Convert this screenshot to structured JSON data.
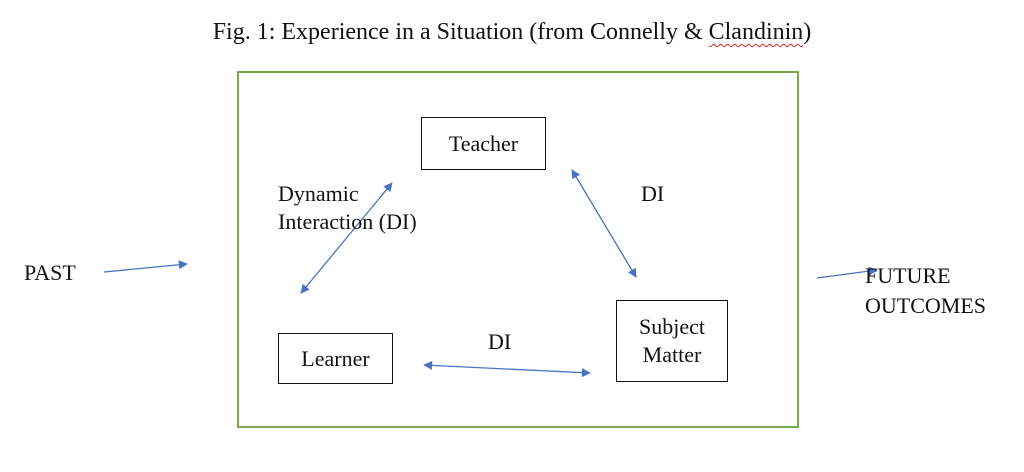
{
  "title": {
    "prefix": "Fig. 1: Experience in a Situation (from Connelly & ",
    "underlined": "Clandinin",
    "suffix": ")"
  },
  "nodes": {
    "teacher": "Teacher",
    "learner": "Learner",
    "subject_matter": "Subject\nMatter"
  },
  "labels": {
    "dynamic_interaction": "Dynamic\nInteraction (DI)",
    "di_teacher_subject": "DI",
    "di_learner_subject": "DI",
    "past": "PAST",
    "future_outcomes": "FUTURE\nOUTCOMES"
  },
  "colors": {
    "frame": "#7aa84a",
    "arrow": "#4a72c4",
    "squiggle": "#d42a2a"
  }
}
